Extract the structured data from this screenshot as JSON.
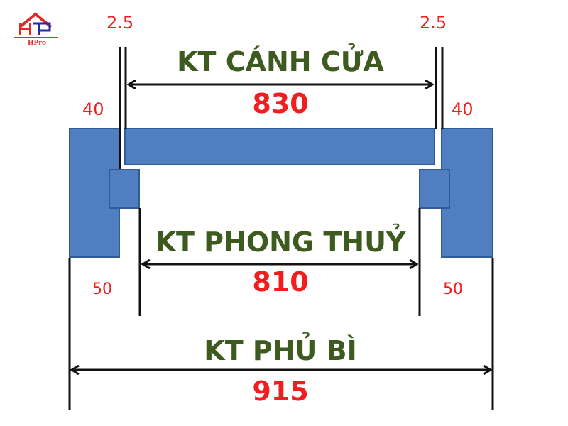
{
  "logo": {
    "brand": "HPro",
    "colors": {
      "red": "#e02a2a",
      "blue": "#1d2f9c"
    }
  },
  "colors": {
    "frame_fill": "#4f7fc1",
    "frame_stroke": "#2f5b97",
    "dimension_red": "#f01e1e",
    "title_green": "#3d5a1f",
    "line": "#111111"
  },
  "dimensions": {
    "door_leaf": {
      "title": "KT CÁNH CỬA",
      "value": "830"
    },
    "feng_shui": {
      "title": "KT PHONG THUỶ",
      "value": "810"
    },
    "overall": {
      "title": "KT PHỦ BÌ",
      "value": "915"
    },
    "gap_left": "2.5",
    "gap_right": "2.5",
    "frame_left_top": "40",
    "frame_right_top": "40",
    "frame_left_bottom": "50",
    "frame_right_bottom": "50"
  }
}
